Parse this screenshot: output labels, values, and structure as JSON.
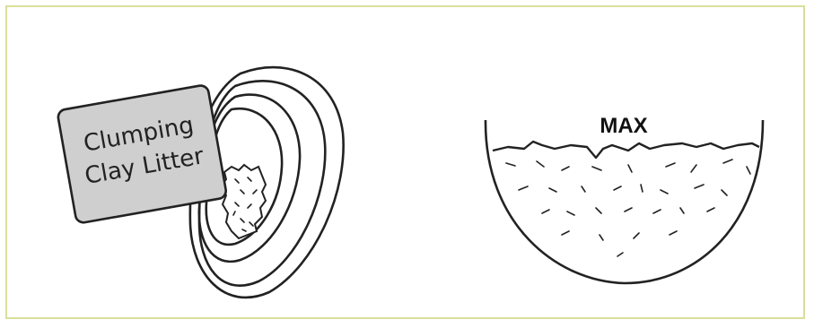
{
  "illustration": {
    "bag": {
      "line1": "Clumping",
      "line2": "Clay Litter"
    },
    "bowl": {
      "max_label": "MAX"
    }
  },
  "colors": {
    "frame_border": "#d9df9a",
    "bag_fill": "#cfcfcf",
    "stroke": "#222222",
    "background": "#ffffff"
  }
}
